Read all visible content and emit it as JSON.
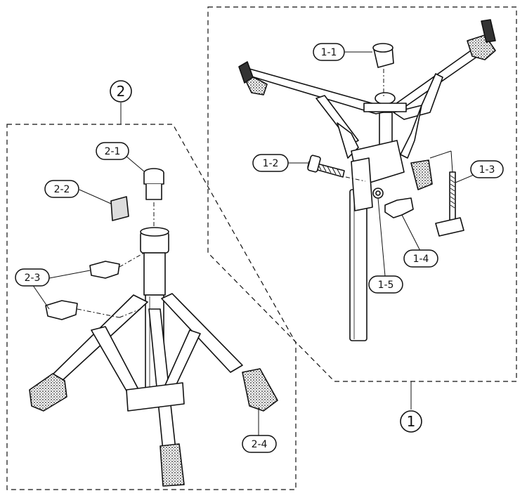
{
  "assembly_1": {
    "number": "1",
    "parts": {
      "p1_1": "1-1",
      "p1_2": "1-2",
      "p1_3": "1-3",
      "p1_4": "1-4",
      "p1_5": "1-5"
    }
  },
  "assembly_2": {
    "number": "2",
    "parts": {
      "p2_1": "2-1",
      "p2_2": "2-2",
      "p2_3": "2-3",
      "p2_4": "2-4"
    }
  },
  "colors": {
    "ink": "#111111",
    "rubber_fill": "#7a7a7a",
    "paper": "#ffffff"
  }
}
